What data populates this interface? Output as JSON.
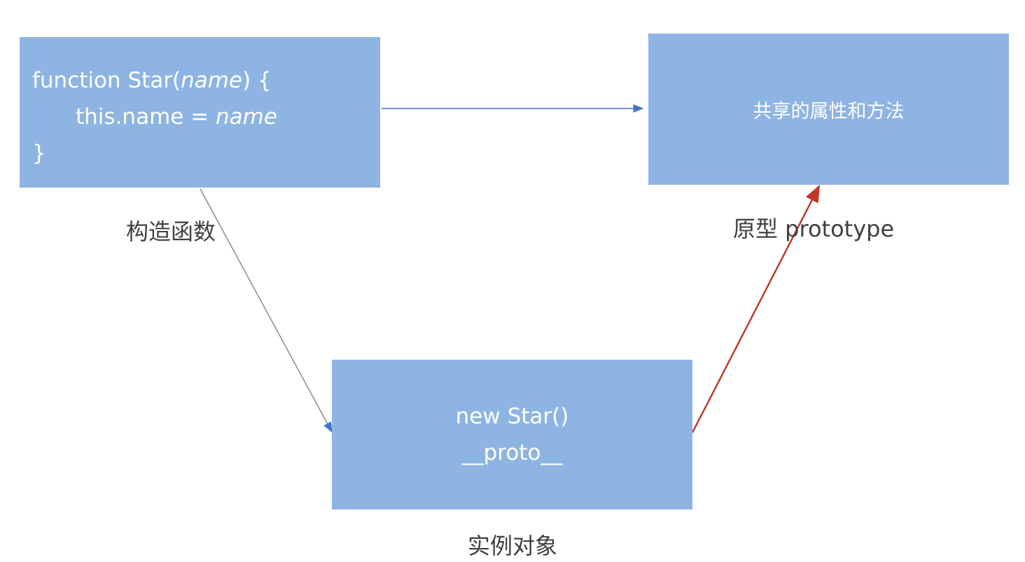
{
  "constructor_box": {
    "line1_pre": "function Star(",
    "line1_param": "name",
    "line1_post": ") {",
    "line2_pre": "this.name = ",
    "line2_param": "name",
    "line3": "}",
    "caption": "构造函数"
  },
  "prototype_box": {
    "text": "共享的属性和方法",
    "caption": "原型 prototype"
  },
  "instance_box": {
    "line1": "new Star()",
    "line2": "__proto__",
    "caption": "实例对象"
  },
  "colors": {
    "box_fill": "#8eb4e3",
    "box_text": "#ffffff",
    "arrow_blue": "#4472c4",
    "arrow_gray": "#8a8a8a",
    "arrow_red": "#c0392b",
    "caption_text": "#404040"
  }
}
